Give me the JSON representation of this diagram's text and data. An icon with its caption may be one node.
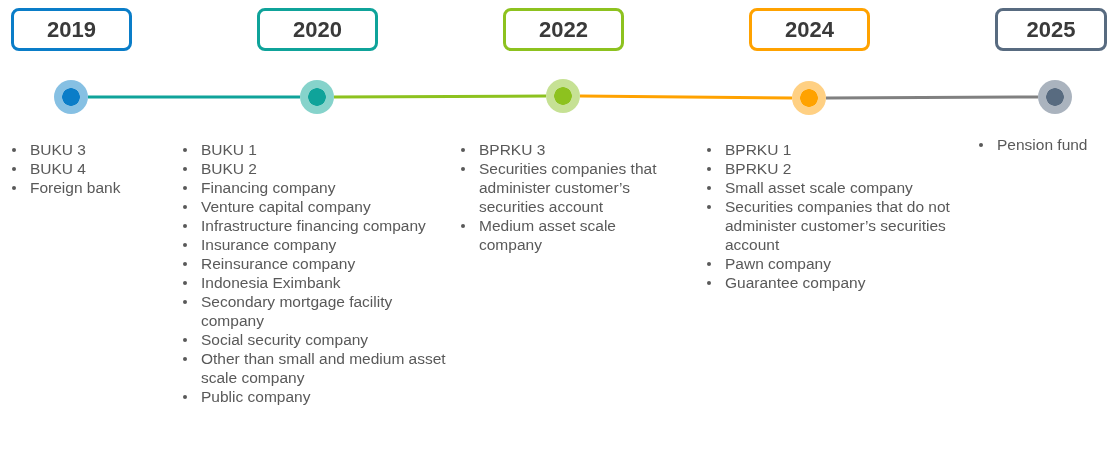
{
  "diagram": {
    "nodes": [
      {
        "text": [
          "2019"
        ]
      },
      {
        "text": [
          "2020"
        ]
      },
      {
        "text": [
          "2022"
        ]
      },
      {
        "text": [
          "2024"
        ]
      },
      {
        "text": [
          "2025"
        ]
      },
      {
        "text": [],
        "shape": "circle",
        "beside": [
          "BUKU 3",
          "BUKU 4",
          "Foreign bank"
        ]
      },
      {
        "text": [],
        "shape": "circle",
        "beside": [
          "BUKU 1",
          "BUKU 2",
          "Financing company",
          "Venture capital company",
          "Infrastructure financing company",
          "Insurance company",
          "Reinsurance company",
          "Indonesia Eximbank",
          "Secondary mortgage facility company",
          "Social security company",
          "Other than small and medium asset scale company",
          "Public company"
        ]
      },
      {
        "text": [],
        "shape": "circle",
        "beside": [
          "BPRKU 3",
          "Securities companies that administer customer’s securities account",
          "Medium asset scale company"
        ]
      },
      {
        "text": [],
        "shape": "circle",
        "beside": [
          "BPRKU 1",
          "BPRKU 2",
          "Small asset scale company",
          "Securities companies that do not administer customer’s securities account",
          "Pawn company",
          "Guarantee company"
        ]
      },
      {
        "text": [],
        "shape": "circle",
        "beside": [
          "Pension fund"
        ]
      }
    ],
    "edges": [
      {
        "from": 5,
        "to": 6,
        "arrow": "none",
        "color": "#0fa39a"
      },
      {
        "from": 6,
        "to": 7,
        "arrow": "none",
        "color": "#8dc21f"
      },
      {
        "from": 7,
        "to": 8,
        "arrow": "none",
        "color": "#ffa200"
      },
      {
        "from": 8,
        "to": 9,
        "arrow": "none",
        "color": "#808080"
      }
    ]
  }
}
